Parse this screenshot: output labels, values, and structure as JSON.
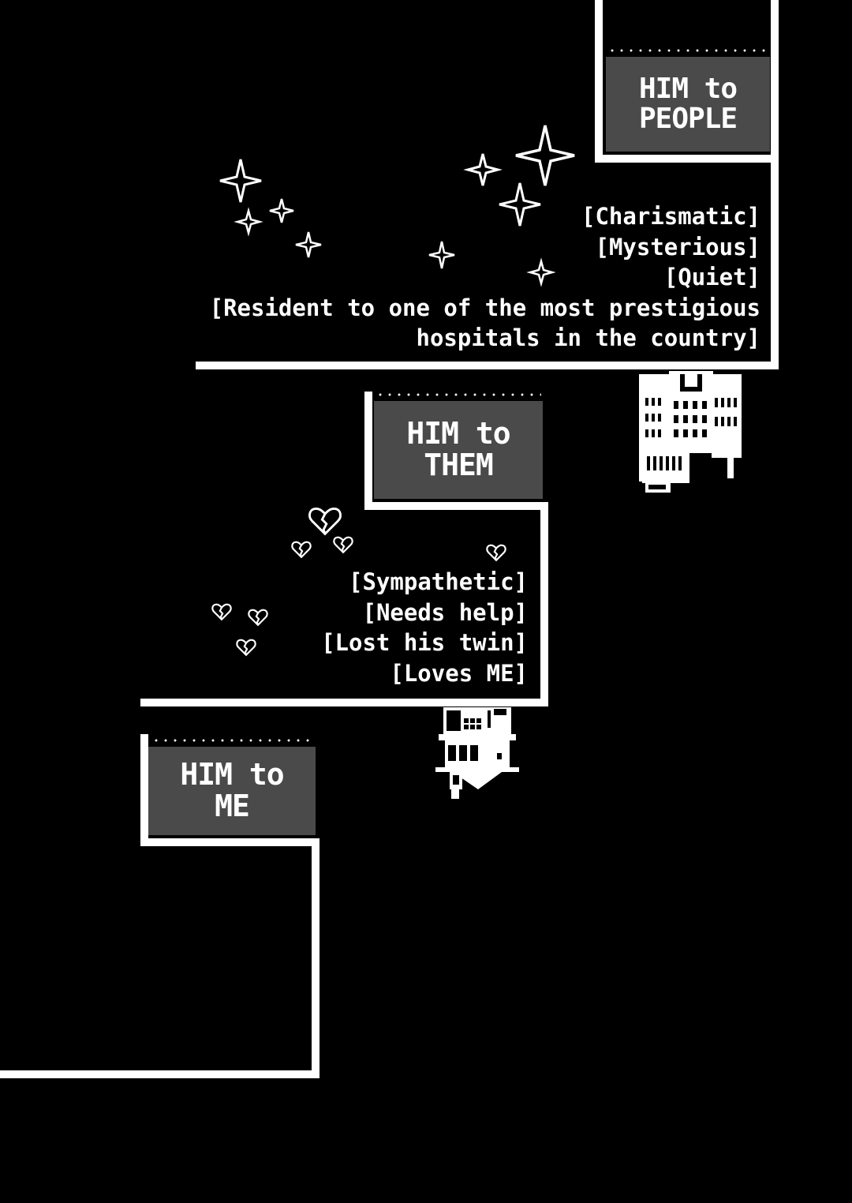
{
  "sections": [
    {
      "title_line1": "HIM to",
      "title_line2": "PEOPLE",
      "traits": [
        "[Charismatic]",
        "[Mysterious]",
        "[Quiet]",
        "[Resident to one of the most prestigious",
        "hospitals in the country]"
      ],
      "decoration": "sparkle-icon"
    },
    {
      "title_line1": "HIM to",
      "title_line2": "THEM",
      "traits": [
        "[Sympathetic]",
        "[Needs help]",
        "[Lost his twin]",
        "[Loves ME]"
      ],
      "decoration": "broken-heart-icon"
    },
    {
      "title_line1": "HIM to",
      "title_line2": "ME",
      "traits": []
    }
  ],
  "colors": {
    "background": "#000000",
    "line": "#ffffff",
    "label_box": "#4a4a4a"
  }
}
